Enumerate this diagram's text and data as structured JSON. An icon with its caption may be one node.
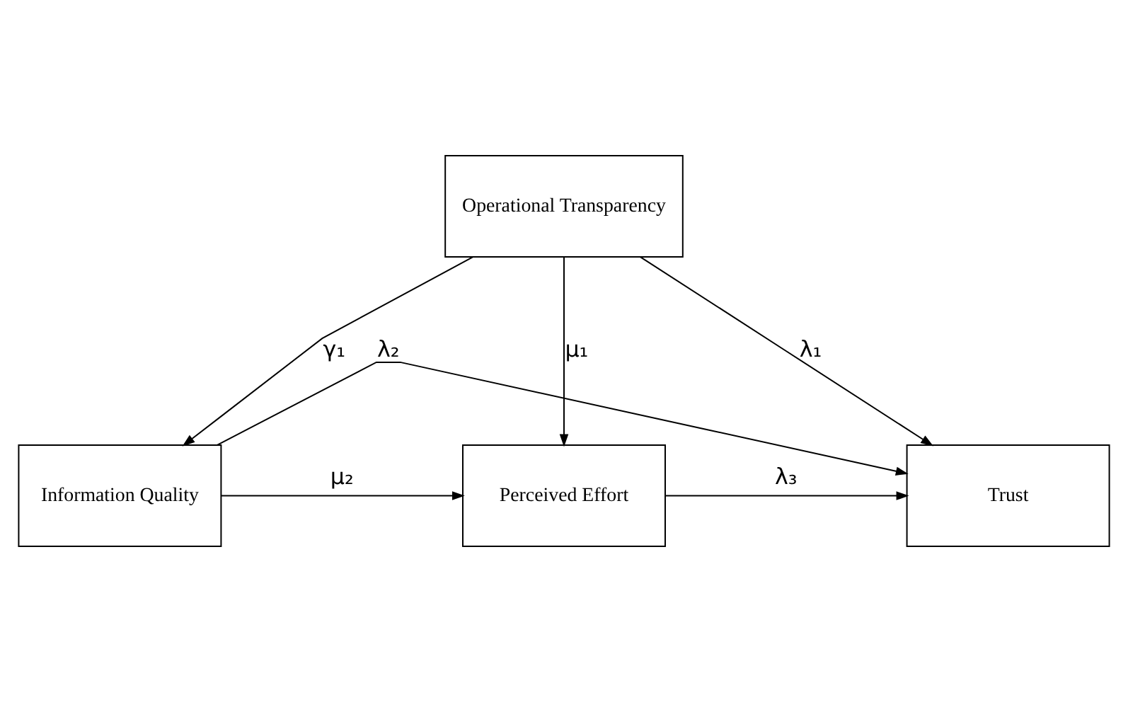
{
  "diagram": {
    "nodes": [
      {
        "text": [
          "Operational Transparency"
        ]
      },
      {
        "text": [
          "Information Quality"
        ]
      },
      {
        "text": [
          "Perceived Effort"
        ]
      },
      {
        "text": [
          "Trust"
        ]
      }
    ],
    "edges": [
      {
        "from": 0,
        "to": 1,
        "arrow": "to",
        "label": "γ₁"
      },
      {
        "from": 0,
        "to": 2,
        "arrow": "to",
        "label": "μ₁"
      },
      {
        "from": 0,
        "to": 3,
        "arrow": "to",
        "label": "λ₁"
      },
      {
        "from": 1,
        "to": 2,
        "arrow": "to",
        "label": "μ₂"
      },
      {
        "from": 2,
        "to": 3,
        "arrow": "to",
        "label": "λ₃"
      },
      {
        "from": 1,
        "to": 3,
        "arrow": "to",
        "label": "λ₂"
      }
    ]
  }
}
